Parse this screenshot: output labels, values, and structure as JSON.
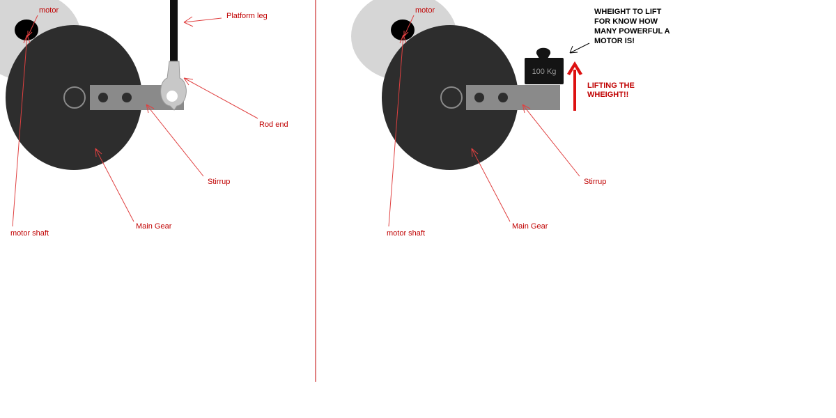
{
  "colors": {
    "label": "#c00000",
    "leader": "#e04040",
    "gear": "#2d2d2d",
    "motor_housing": "#d6d6d6",
    "stirrup": "#8a8a8a",
    "rod_end": "#c8c8c8",
    "divider": "#c00000",
    "lift_arrow": "#dd1111",
    "weight_box": "#141414"
  },
  "left_diagram": {
    "labels": {
      "motor": "motor",
      "platform_leg": "Platform leg",
      "rod_end": "Rod end",
      "stirrup": "Stirrup",
      "main_gear": "Main Gear",
      "motor_shaft": "motor shaft"
    }
  },
  "right_diagram": {
    "labels": {
      "motor": "motor",
      "stirrup": "Stirrup",
      "main_gear": "Main Gear",
      "motor_shaft": "motor shaft",
      "lifting_line1": "LIFTING THE",
      "lifting_line2": "WHEIGHT!!"
    },
    "weight_label": "100 Kg",
    "note_lines": [
      "WHEIGHT TO LIFT",
      "FOR KNOW HOW",
      "MANY POWERFUL A",
      "MOTOR IS!"
    ]
  }
}
